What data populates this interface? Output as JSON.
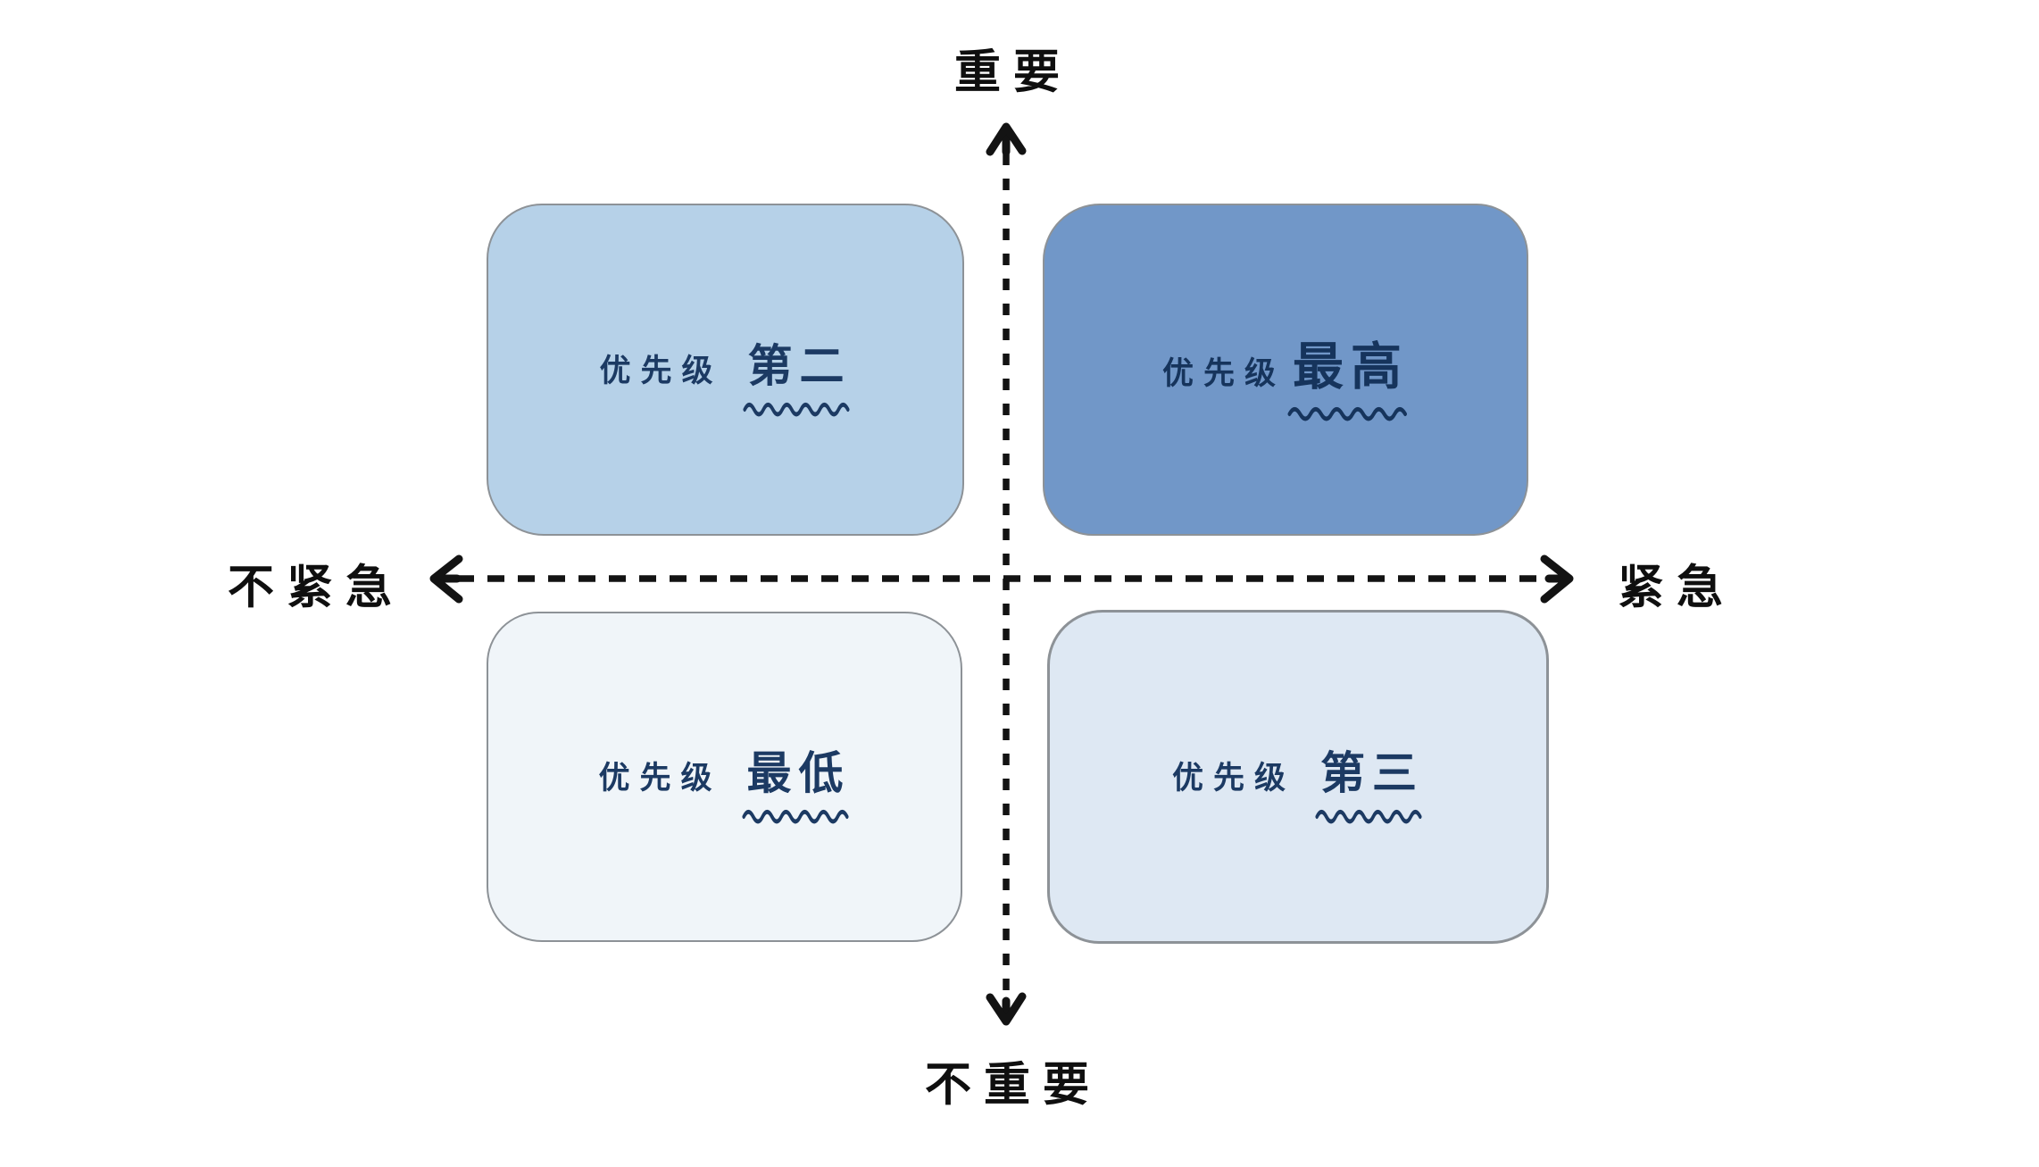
{
  "diagram": {
    "type": "priority-matrix",
    "axes": {
      "top": "重要",
      "bottom": "不重要",
      "left": "不紧急",
      "right": "紧急",
      "axis_color": "#131313"
    },
    "quadrants": {
      "top_left": {
        "prefix": "优先级",
        "level": "第二",
        "bg": "#b6d1e8",
        "text_color": "#1c3a63"
      },
      "top_right": {
        "prefix": "优先级",
        "level": "最高",
        "bg": "#7197c8",
        "text_color": "#16345c"
      },
      "bottom_left": {
        "prefix": "优先级",
        "level": "最低",
        "bg": "#f0f5f9",
        "text_color": "#1c3a63"
      },
      "bottom_right": {
        "prefix": "优先级",
        "level": "第三",
        "bg": "#dee8f3",
        "text_color": "#1c3a63"
      }
    },
    "colors": {
      "background": "#ffffff",
      "box_border": "#8d9297",
      "underline": "#1c3a63"
    }
  }
}
